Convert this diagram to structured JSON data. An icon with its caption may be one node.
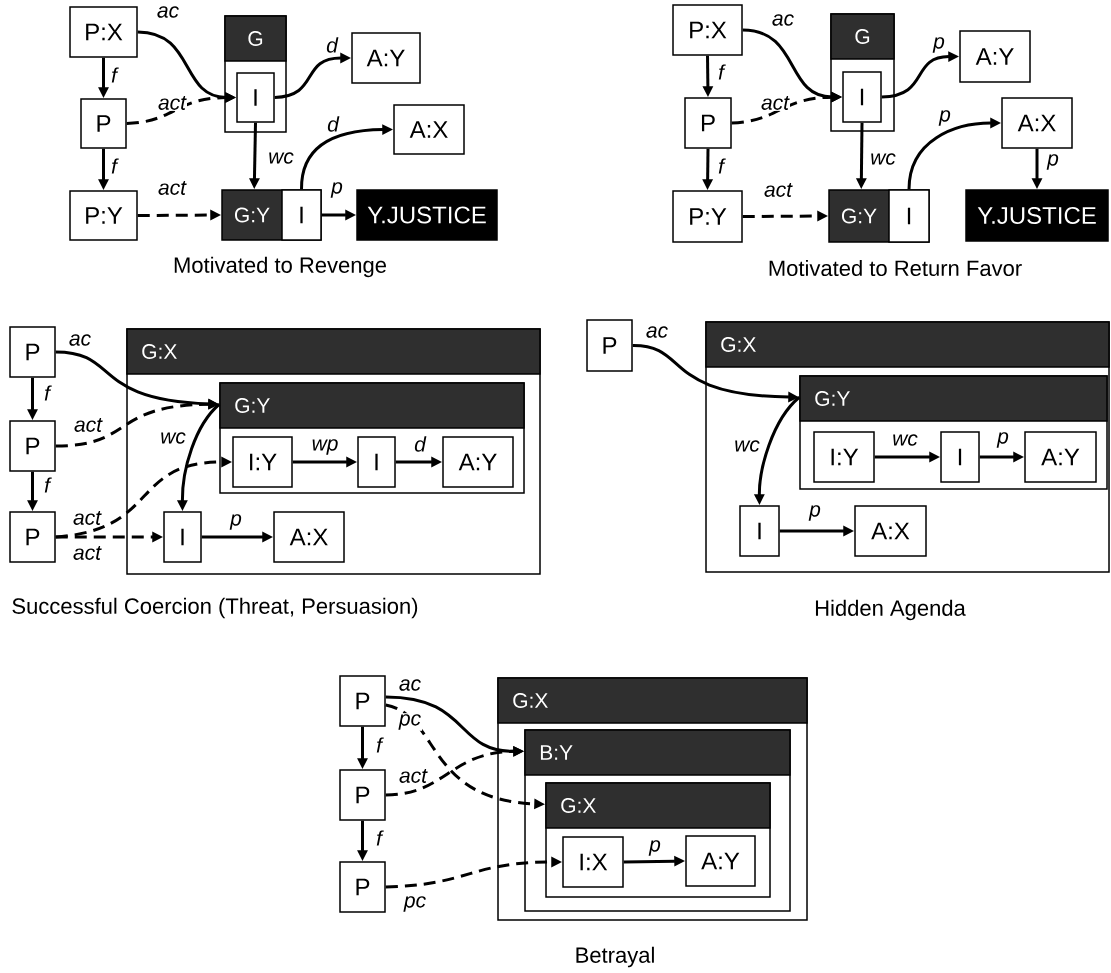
{
  "diagram": {
    "nodes": [
      {
        "text": [
          "P:X"
        ]
      },
      {
        "text": [
          "G"
        ]
      },
      {
        "text": [
          "I"
        ],
        "in": 1
      },
      {
        "text": [
          "A:Y"
        ]
      },
      {
        "text": [
          "P"
        ]
      },
      {
        "text": [
          "A:X"
        ]
      },
      {
        "text": [
          "P:Y"
        ]
      },
      {
        "text": [
          "G:Y"
        ]
      },
      {
        "text": [
          "I"
        ],
        "in": 7
      },
      {
        "text": [
          "Y.JUSTICE"
        ]
      },
      {
        "text": [
          "P:X"
        ]
      },
      {
        "text": [
          "G"
        ]
      },
      {
        "text": [
          "I"
        ],
        "in": 11
      },
      {
        "text": [
          "A:Y"
        ]
      },
      {
        "text": [
          "P"
        ]
      },
      {
        "text": [
          "A:X"
        ]
      },
      {
        "text": [
          "P:Y"
        ]
      },
      {
        "text": [
          "G:Y"
        ]
      },
      {
        "text": [
          "I"
        ],
        "in": 17
      },
      {
        "text": [
          "Y.JUSTICE"
        ]
      },
      {
        "text": [
          "P"
        ]
      },
      {
        "text": [
          "P"
        ]
      },
      {
        "text": [
          "P"
        ]
      },
      {
        "text": [
          "G:X"
        ]
      },
      {
        "text": [
          "G:Y"
        ],
        "in": 23
      },
      {
        "text": [
          "I:Y"
        ],
        "in": 24
      },
      {
        "text": [
          "I"
        ],
        "in": 24
      },
      {
        "text": [
          "A:Y"
        ],
        "in": 24
      },
      {
        "text": [
          "I"
        ],
        "in": 23
      },
      {
        "text": [
          "A:X"
        ],
        "in": 23
      },
      {
        "text": [
          "P"
        ]
      },
      {
        "text": [
          "G:X"
        ]
      },
      {
        "text": [
          "G:Y"
        ],
        "in": 31
      },
      {
        "text": [
          "I:Y"
        ],
        "in": 32
      },
      {
        "text": [
          "I"
        ],
        "in": 32
      },
      {
        "text": [
          "A:Y"
        ],
        "in": 32
      },
      {
        "text": [
          "I"
        ],
        "in": 31
      },
      {
        "text": [
          "A:X"
        ],
        "in": 31
      },
      {
        "text": [
          "P"
        ]
      },
      {
        "text": [
          "P"
        ]
      },
      {
        "text": [
          "P"
        ]
      },
      {
        "text": [
          "G:X"
        ]
      },
      {
        "text": [
          "B:Y"
        ],
        "in": 41
      },
      {
        "text": [
          "G:X"
        ],
        "in": 42
      },
      {
        "text": [
          "I:X"
        ],
        "in": 43
      },
      {
        "text": [
          "A:Y"
        ],
        "in": 43
      }
    ],
    "edges": [
      {
        "from": 0,
        "to": 4,
        "arrow": "to",
        "label": "f"
      },
      {
        "from": 4,
        "to": 6,
        "arrow": "to",
        "label": "f"
      },
      {
        "from": 0,
        "to": 2,
        "arrow": "to",
        "label": "ac"
      },
      {
        "from": 4,
        "to": 2,
        "arrow": "to",
        "label": "act",
        "style": "dashed"
      },
      {
        "from": 2,
        "to": 3,
        "arrow": "to",
        "label": "d"
      },
      {
        "from": 2,
        "to": 7,
        "arrow": "to",
        "label": "wc"
      },
      {
        "from": 6,
        "to": 7,
        "arrow": "to",
        "label": "act",
        "style": "dashed"
      },
      {
        "from": 8,
        "to": 5,
        "arrow": "to",
        "label": "d"
      },
      {
        "from": 8,
        "to": 9,
        "arrow": "to",
        "label": "p"
      },
      {
        "from": 10,
        "to": 14,
        "arrow": "to",
        "label": "f"
      },
      {
        "from": 14,
        "to": 16,
        "arrow": "to",
        "label": "f"
      },
      {
        "from": 10,
        "to": 12,
        "arrow": "to",
        "label": "ac"
      },
      {
        "from": 14,
        "to": 12,
        "arrow": "to",
        "label": "act",
        "style": "dashed"
      },
      {
        "from": 12,
        "to": 13,
        "arrow": "to",
        "label": "p"
      },
      {
        "from": 12,
        "to": 17,
        "arrow": "to",
        "label": "wc"
      },
      {
        "from": 16,
        "to": 17,
        "arrow": "to",
        "label": "act",
        "style": "dashed"
      },
      {
        "from": 18,
        "to": 15,
        "arrow": "to",
        "label": "p"
      },
      {
        "from": 15,
        "to": 19,
        "arrow": "to",
        "label": "p"
      },
      {
        "from": 20,
        "to": 21,
        "arrow": "to",
        "label": "f"
      },
      {
        "from": 21,
        "to": 22,
        "arrow": "to",
        "label": "f"
      },
      {
        "from": 20,
        "to": 24,
        "arrow": "to",
        "label": "ac"
      },
      {
        "from": 21,
        "to": 24,
        "arrow": "to",
        "label": "act",
        "style": "dashed"
      },
      {
        "from": 22,
        "to": 25,
        "arrow": "to",
        "label": "act",
        "style": "dashed"
      },
      {
        "from": 22,
        "to": 28,
        "arrow": "to",
        "label": "act",
        "style": "dashed"
      },
      {
        "from": 24,
        "to": 28,
        "arrow": "to",
        "label": "wc"
      },
      {
        "from": 25,
        "to": 26,
        "arrow": "to",
        "label": "wp"
      },
      {
        "from": 26,
        "to": 27,
        "arrow": "to",
        "label": "d"
      },
      {
        "from": 28,
        "to": 29,
        "arrow": "to",
        "label": "p"
      },
      {
        "from": 30,
        "to": 32,
        "arrow": "to",
        "label": "ac"
      },
      {
        "from": 32,
        "to": 36,
        "arrow": "to",
        "label": "wc"
      },
      {
        "from": 33,
        "to": 34,
        "arrow": "to",
        "label": "wc"
      },
      {
        "from": 34,
        "to": 35,
        "arrow": "to",
        "label": "p"
      },
      {
        "from": 36,
        "to": 37,
        "arrow": "to",
        "label": "p"
      },
      {
        "from": 38,
        "to": 39,
        "arrow": "to",
        "label": "f"
      },
      {
        "from": 39,
        "to": 40,
        "arrow": "to",
        "label": "f"
      },
      {
        "from": 38,
        "to": 42,
        "arrow": "to",
        "label": "ac"
      },
      {
        "from": 38,
        "to": 43,
        "arrow": "to",
        "label": "pc",
        "style": "dashed"
      },
      {
        "from": 39,
        "to": 42,
        "arrow": "to",
        "label": "act",
        "style": "dashed"
      },
      {
        "from": 40,
        "to": 44,
        "arrow": "to",
        "label": "pc",
        "style": "dashed"
      },
      {
        "from": 44,
        "to": 45,
        "arrow": "to",
        "label": "p"
      }
    ],
    "labels": [
      "Motivated to Revenge",
      "Motivated to Return Favor",
      "Successful Coercion (Threat, Persuasion)",
      "Hidden Agenda",
      "Betrayal"
    ]
  }
}
